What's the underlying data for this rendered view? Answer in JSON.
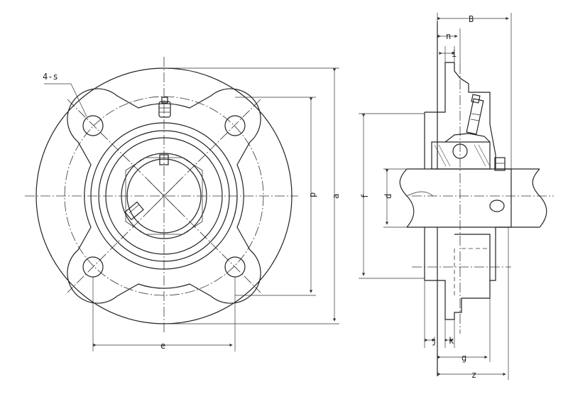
{
  "labels": {
    "holes": "4-s",
    "e": "e",
    "p": "p",
    "a": "a",
    "B": "B",
    "n": "n",
    "i": "i",
    "f": "f",
    "d": "d",
    "j": "j",
    "k": "k",
    "g": "g",
    "z": "z"
  }
}
